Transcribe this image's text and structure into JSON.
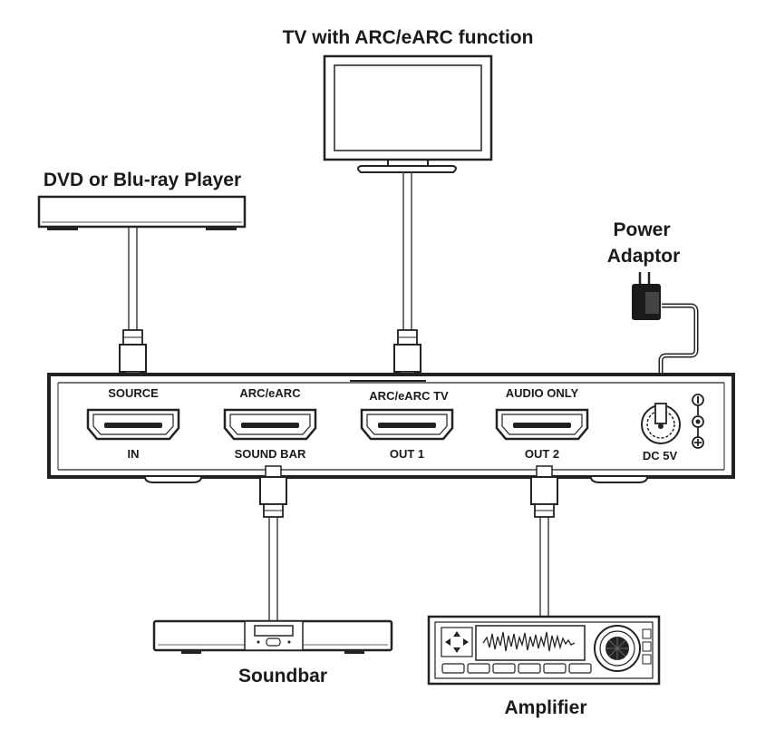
{
  "labels": {
    "tv": "TV with ARC/eARC function",
    "dvd": "DVD or Blu-ray Player",
    "power_line1": "Power",
    "power_line2": "Adaptor",
    "soundbar": "Soundbar",
    "amplifier": "Amplifier"
  },
  "ports": {
    "source_top": "SOURCE",
    "source_bottom": "IN",
    "arc_top": "ARC/eARC",
    "arc_bottom": "SOUND BAR",
    "out1_top": "ARC/eARC TV",
    "out1_bottom": "OUT 1",
    "out2_top": "AUDIO ONLY",
    "out2_bottom": "OUT 2",
    "dc": "DC 5V"
  },
  "icons": {
    "polarity": "polarity-icon",
    "hdmi": "hdmi-port-icon"
  }
}
